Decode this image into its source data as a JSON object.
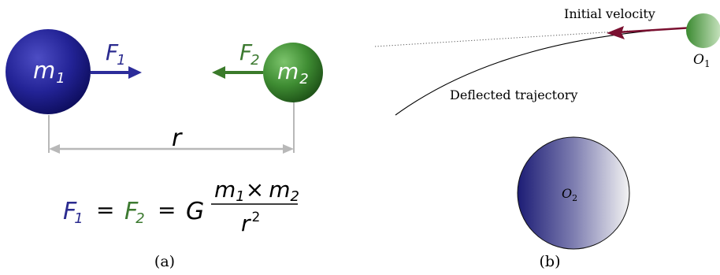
{
  "panel_a": {
    "mass1_symbol": "m",
    "mass1_subscript": "1",
    "mass2_symbol": "m",
    "mass2_subscript": "2",
    "force1_symbol": "F",
    "force1_subscript": "1",
    "force2_symbol": "F",
    "force2_subscript": "2",
    "distance_symbol": "r",
    "equation": {
      "f1_symbol": "F",
      "f1_subscript": "1",
      "equals_1": "=",
      "f2_symbol": "F",
      "f2_subscript": "2",
      "equals_2": "=",
      "constant": "G",
      "numerator_m1": "m",
      "numerator_m1_sub": "1",
      "times": "×",
      "numerator_m2": "m",
      "numerator_m2_sub": "2",
      "denominator": "r",
      "denominator_exp": "2"
    },
    "caption": "(a)"
  },
  "panel_b": {
    "initial_velocity_label": "Initial velocity",
    "deflected_label": "Deflected trajectory",
    "object1_symbol": "O",
    "object1_subscript": "1",
    "object2_symbol": "O",
    "object2_subscript": "2",
    "caption": "(b)"
  },
  "colors": {
    "blue_text": "#2b2b8f",
    "green_text": "#3d7a31",
    "force1_arrow": "#2c2c9a",
    "force2_arrow": "#3a7a2a",
    "velocity_arrow": "#7a1030",
    "distance_line": "#b8b8b8"
  }
}
